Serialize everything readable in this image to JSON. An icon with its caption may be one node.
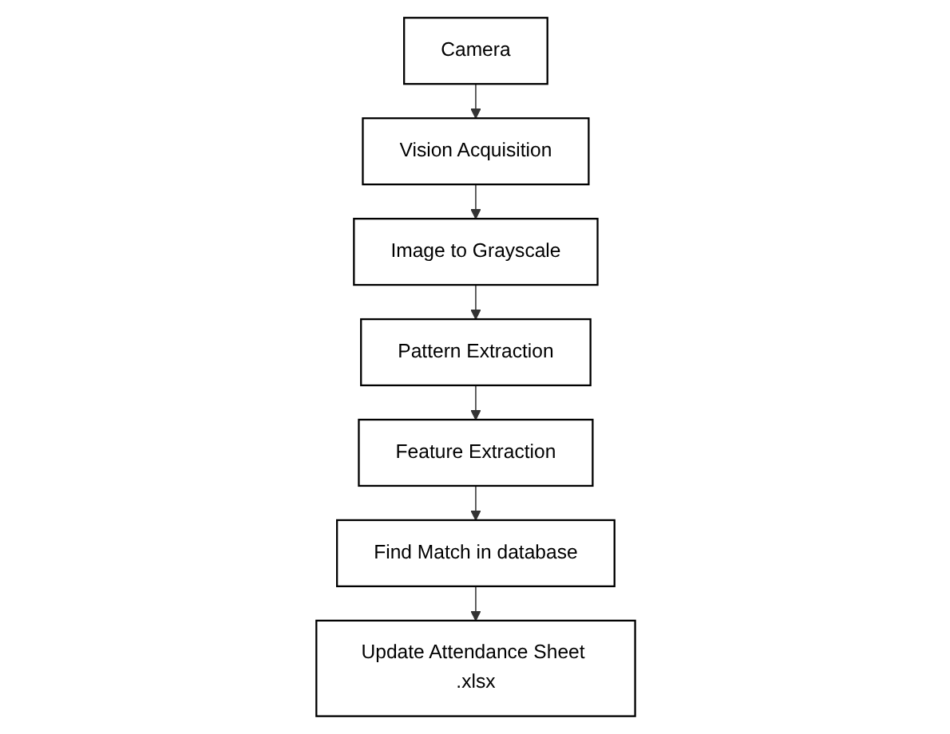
{
  "diagram": {
    "nodes": [
      {
        "text": [
          "Camera"
        ]
      },
      {
        "text": [
          "Vision Acquisition"
        ]
      },
      {
        "text": [
          "Image to Grayscale"
        ]
      },
      {
        "text": [
          "Pattern Extraction"
        ]
      },
      {
        "text": [
          "Feature Extraction"
        ]
      },
      {
        "text": [
          "Find Match in database"
        ]
      },
      {
        "text": [
          "Update Attendance Sheet .xlsx"
        ]
      }
    ],
    "edges": [
      {
        "from": 0,
        "to": 1,
        "arrow": "to"
      },
      {
        "from": 1,
        "to": 2,
        "arrow": "to"
      },
      {
        "from": 2,
        "to": 3,
        "arrow": "to"
      },
      {
        "from": 3,
        "to": 4,
        "arrow": "to"
      },
      {
        "from": 4,
        "to": 5,
        "arrow": "to"
      },
      {
        "from": 5,
        "to": 6,
        "arrow": "to"
      }
    ]
  }
}
